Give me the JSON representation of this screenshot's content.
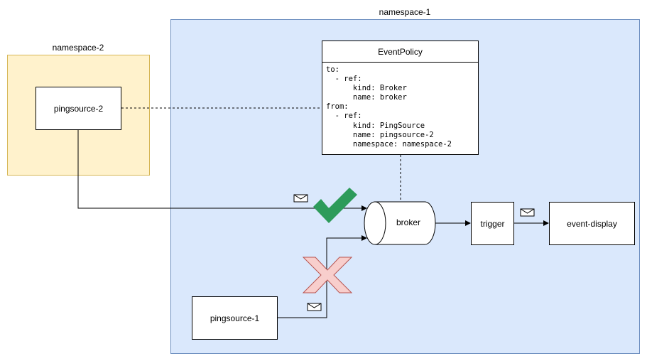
{
  "namespaces": {
    "ns1_label": "namespace-1",
    "ns2_label": "namespace-2"
  },
  "nodes": {
    "pingsource2": "pingsource-2",
    "pingsource1": "pingsource-1",
    "broker": "broker",
    "trigger": "trigger",
    "event_display": "event-display"
  },
  "event_policy": {
    "title": "EventPolicy",
    "yaml": "to:\n  - ref:\n      kind: Broker\n      name: broker\nfrom:\n  - ref:\n      kind: PingSource\n      name: pingsource-2\n      namespace: namespace-2"
  },
  "icons": {
    "allowed": "check-icon",
    "denied": "cross-icon",
    "message": "envelope-icon"
  },
  "colors": {
    "ns1_fill": "#dae8fc",
    "ns1_stroke": "#6c8ebf",
    "ns2_fill": "#fff2cc",
    "ns2_stroke": "#d6b656",
    "check": "#2d9b5a",
    "cross_fill": "#f8cecc",
    "cross_stroke": "#b85450"
  }
}
